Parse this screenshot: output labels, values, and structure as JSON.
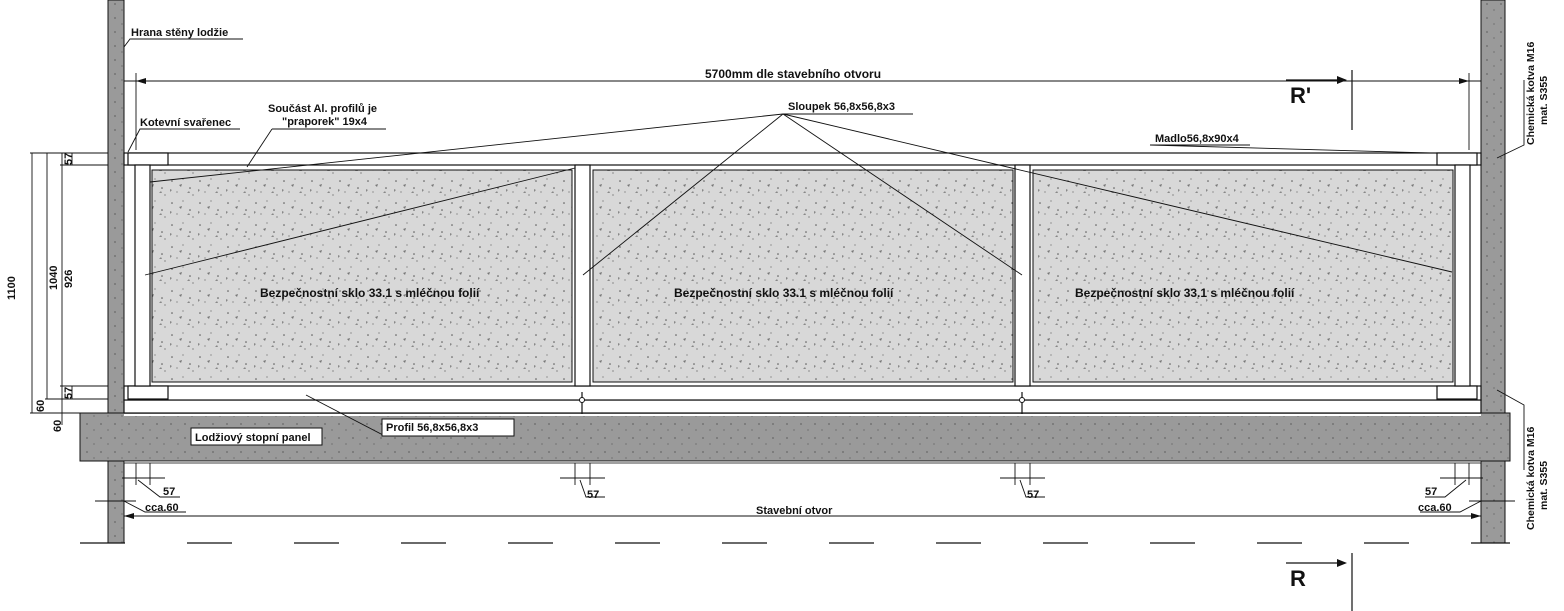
{
  "labels": {
    "wall_edge": "Hrana stěny lodžie",
    "overall_width": "5700mm dle stavebního otvoru",
    "post": "Sloupek 56,8x56,8x3",
    "profile_note_1": "Součást Al. profilů je",
    "profile_note_2": "\"praporek\" 19x4",
    "anchor_weldment": "Kotevní svařenec",
    "handrail": "Madlo56,8x90x4",
    "glass": "Bezpečnostní sklo 33.1 s mléčnou folií",
    "profile": "Profil 56,8x56,8x3",
    "floor_panel": "Lodžiový stopní panel",
    "opening": "Stavební otvor",
    "anchor_1": "Chemická kotva M16",
    "anchor_2": "mat. S355",
    "section_top": "R'",
    "section_bottom": "R"
  },
  "dimensions": {
    "total_height": "1100",
    "glass_zone": "1040",
    "glass_height": "926",
    "top_rail": "57",
    "bottom_rail": "57",
    "bottom_gap": "60",
    "panel_offset": "60",
    "post_width": "57",
    "wall_gap": "cca.60"
  },
  "colors": {
    "wall": "#9a9a9a",
    "glass": "#d6d6d6",
    "floor": "#9a9a9a",
    "line": "#111111"
  }
}
